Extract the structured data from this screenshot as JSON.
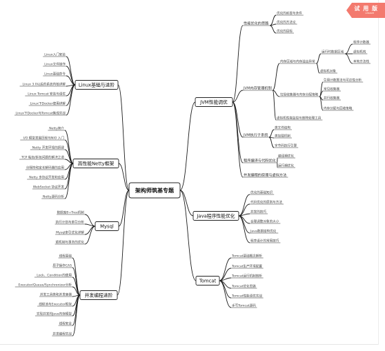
{
  "badge": {
    "label": "试 用 版",
    "sub": "unsave"
  },
  "root": {
    "label": "架构师筑基专题"
  },
  "branches": [
    {
      "label": "JVM性能调优",
      "items": [
        {
          "label": "性能优化的思路",
          "children": [
            "优化的前提与条件",
            "优化的方法论",
            "优化的目标"
          ]
        },
        {
          "label": "JVM内存管理机制",
          "children": [
            {
              "label": "内存区域与内存溢出异常",
              "children": [
                {
                  "label": "运行时数据区域",
                  "children": [
                    "程序计数器",
                    "虚拟机栈",
                    "本地方法栈"
                  ]
                },
                "虚拟机对象"
              ]
            },
            {
              "label": "垃圾收集器与内存分配策略",
              "children": [
                "引用计数算法与可达性分析",
                "常见收集器",
                "并行收集器",
                "内存分配与回收策略"
              ]
            },
            "虚拟机性能监控与故障处理工具"
          ]
        },
        {
          "label": "JVM执行子系统",
          "children": [
            "类文件结构",
            "类加载机制",
            "字节码执行引擎"
          ]
        },
        {
          "label": "程序编译与代码优化",
          "children": [
            "编译期优化",
            "运行期优化"
          ]
        },
        "并发编程的原理与虚拟方法"
      ]
    },
    {
      "label": "Java程序性能优化",
      "items": [
        "优化的基础知识",
        "代码优化的原则与方法",
        "并发的技巧",
        "合理调整对象的大小",
        "Java数据结构优化",
        "程序设计的常用技巧"
      ]
    },
    {
      "label": "Tomcat",
      "items": [
        "Tomcat基础概念解析",
        "Tomcat生产环境配置",
        "Tomcat运行机制剖析",
        "Tomcat优化思路",
        "Tomcat性能调优实战",
        "手写Tomcat源码"
      ]
    },
    {
      "label": "Linux基础与进阶",
      "items": [
        "Linux入门安装",
        "Linux文件操作",
        "Linux基础命令",
        "Linux 3.0以后的系统内核详解",
        "Linux Tomcat 安装与调优",
        "Linux下Docker使用详解",
        "Linux下Docker与Tomcat集成实战"
      ]
    },
    {
      "label": "高性能Netty框架",
      "items": [
        "Netty简介",
        "I/O 模型发展历程与NIO 入门",
        "Netty 开发环境的搭建",
        "TCP 粘包/拆包问题的解决之道",
        "分隔符和定长解码器的应用",
        "Netty 多协议开发和应用",
        "WebSocket 协议开发",
        "Netty源码分析"
      ]
    },
    {
      "label": "Mysql",
      "items": [
        "数据库B+Tree机制",
        "执行计划与索引分析",
        "Mysql索引优化详解",
        "锁机制与事务的优化"
      ]
    },
    {
      "label": "并发编程进阶",
      "items": [
        "线程基础",
        "原子操作CAS",
        "Lock、Condition的使用",
        "Executor/Queue/Synchronizer分析",
        "并发工具类和并发容器",
        "线程池与Executor框架",
        "实现并发的Java内存模型",
        "线程安全",
        "并发编程实战"
      ]
    }
  ]
}
